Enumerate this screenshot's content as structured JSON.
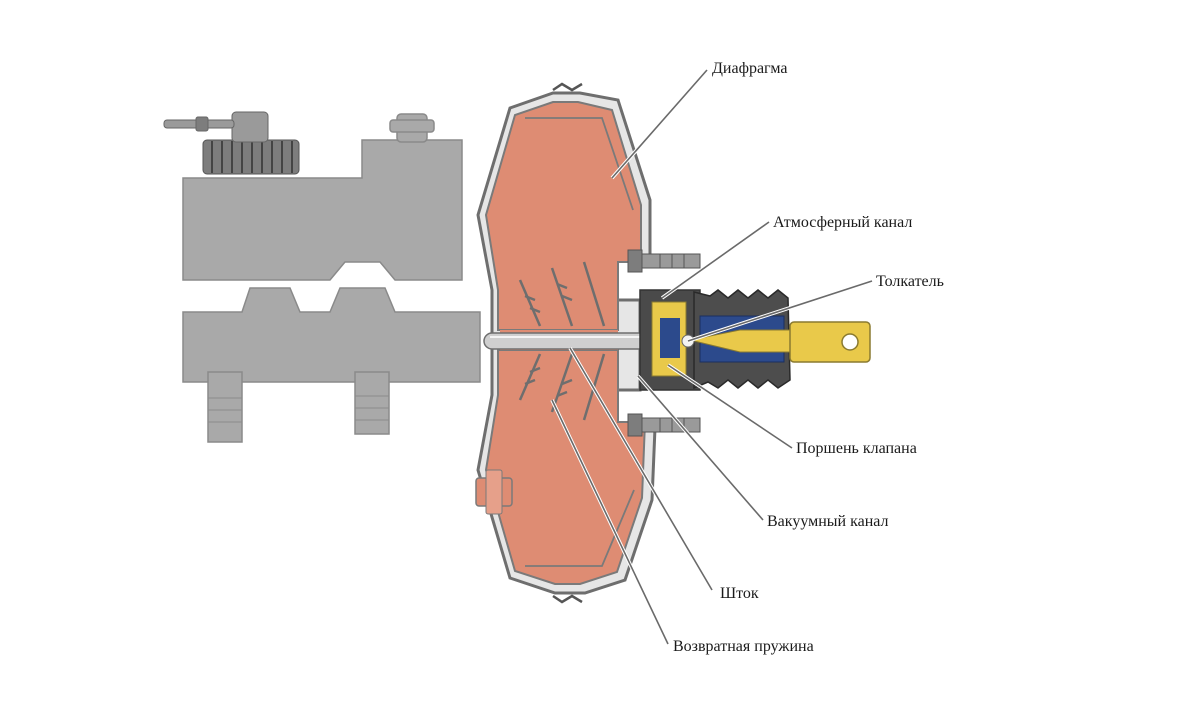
{
  "labels": {
    "diaphragm": "Диафрагма",
    "atmo_channel": "Атмосферный канал",
    "pusher": "Толкатель",
    "valve_piston": "Поршень клапана",
    "vacuum_channel": "Вакуумный канал",
    "rod": "Шток",
    "return_spring": "Возвратная пружина"
  },
  "colors": {
    "cylinder_body": "#a9a9a9",
    "booster_chamber": "#de8c73",
    "housing": "#7d7d7d",
    "pusher_yellow": "#e9c94a",
    "valve_blue": "#2c4a8c",
    "boot": "#4d4d4d",
    "leader_line": "#6a6a6a"
  }
}
